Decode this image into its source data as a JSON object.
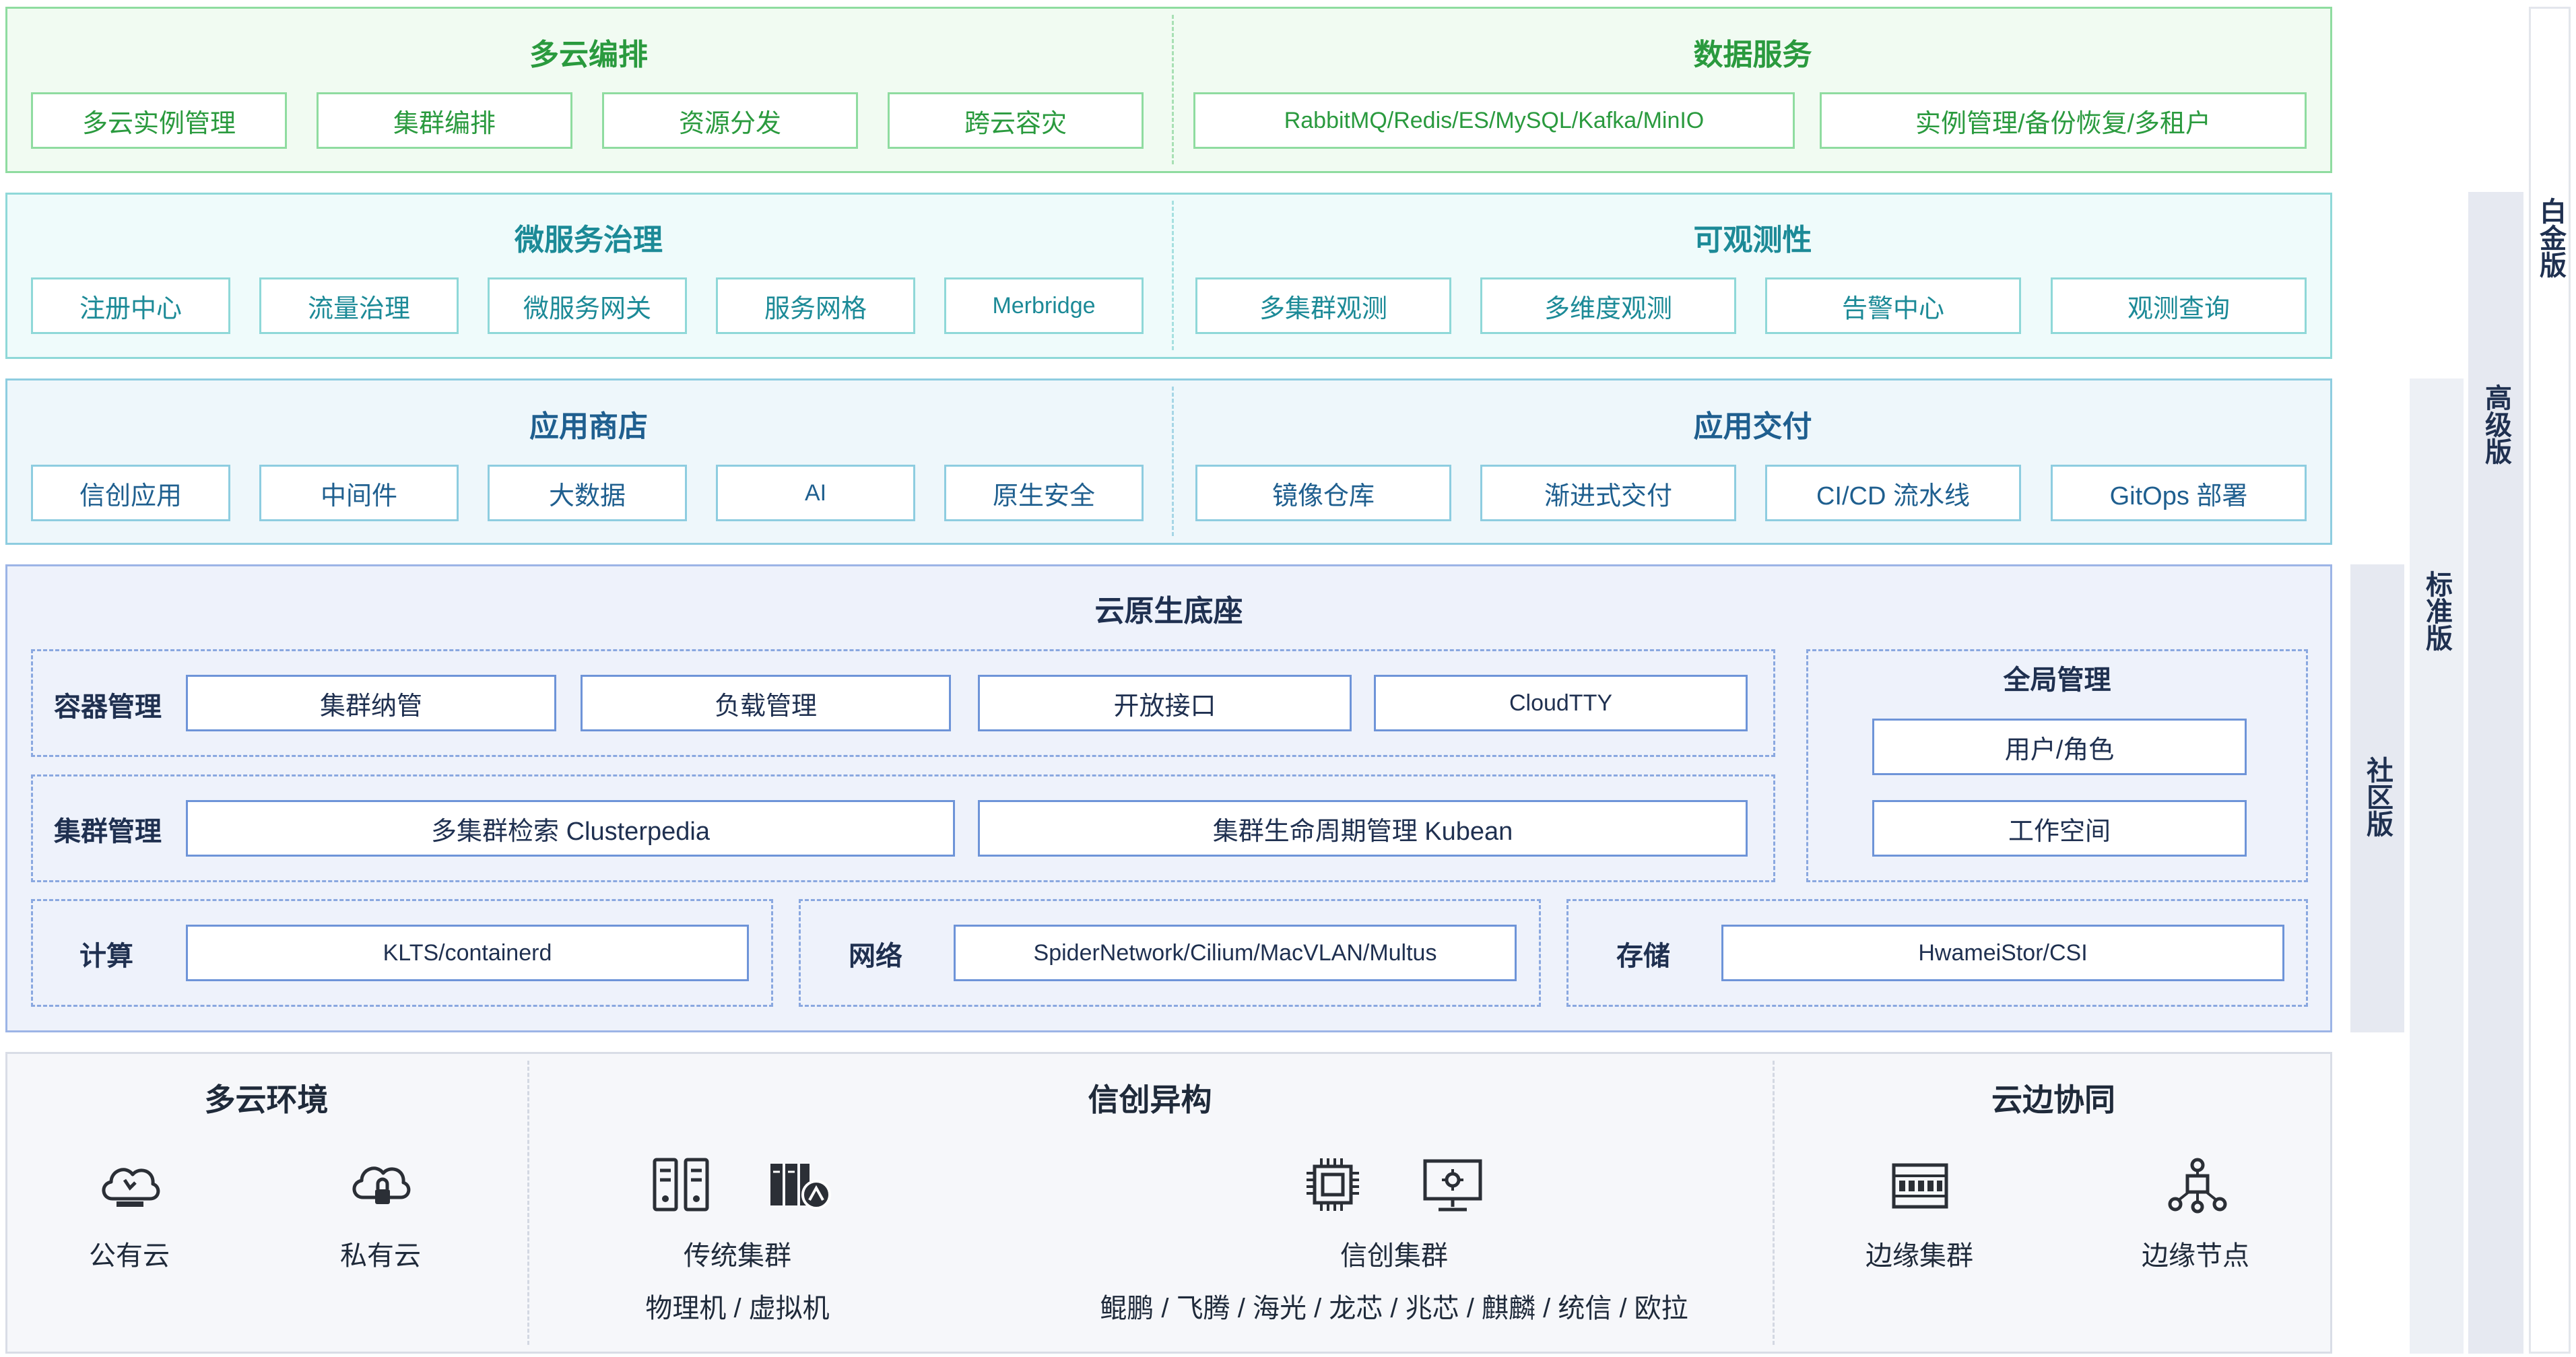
{
  "layers": {
    "orchestration": {
      "left_title": "多云编排",
      "left_items": [
        "多云实例管理",
        "集群编排",
        "资源分发",
        "跨云容灾"
      ],
      "right_title": "数据服务",
      "right_items": [
        "RabbitMQ/Redis/ES/MySQL/Kafka/MinIO",
        "实例管理/备份恢复/多租户"
      ]
    },
    "microservice": {
      "left_title": "微服务治理",
      "left_items": [
        "注册中心",
        "流量治理",
        "微服务网关",
        "服务网格",
        "Merbridge"
      ],
      "right_title": "可观测性",
      "right_items": [
        "多集群观测",
        "多维度观测",
        "告警中心",
        "观测查询"
      ]
    },
    "app": {
      "left_title": "应用商店",
      "left_items": [
        "信创应用",
        "中间件",
        "大数据",
        "AI",
        "原生安全"
      ],
      "right_title": "应用交付",
      "right_items": [
        "镜像仓库",
        "渐进式交付",
        "CI/CD 流水线",
        "GitOps 部署"
      ]
    },
    "base": {
      "title": "云原生底座",
      "container": {
        "label": "容器管理",
        "items": [
          "集群纳管",
          "负载管理",
          "开放接口",
          "CloudTTY"
        ]
      },
      "cluster": {
        "label": "集群管理",
        "items": [
          "多集群检索 Clusterpedia",
          "集群生命周期管理 Kubean"
        ]
      },
      "global": {
        "label": "全局管理",
        "items": [
          "用户/角色",
          "工作空间"
        ]
      },
      "compute": {
        "label": "计算",
        "item": "KLTS/containerd"
      },
      "network": {
        "label": "网络",
        "item": "SpiderNetwork/Cilium/MacVLAN/Multus"
      },
      "storage": {
        "label": "存储",
        "item": "HwameiStor/CSI"
      }
    }
  },
  "editions": {
    "community": "社区版",
    "standard": "标准版",
    "advanced": "高级版",
    "platinum": "白金版"
  },
  "infra": {
    "multicloud": {
      "title": "多云环境",
      "items": [
        {
          "label": "公有云",
          "icon": "public-cloud-icon"
        },
        {
          "label": "私有云",
          "icon": "private-cloud-icon"
        }
      ]
    },
    "xinchuang": {
      "title": "信创异构",
      "traditional": {
        "label": "传统集群",
        "sub": "物理机 / 虚拟机"
      },
      "xc_cluster": {
        "label": "信创集群",
        "sub": "鲲鹏 / 飞腾 / 海光 / 龙芯 / 兆芯 / 麒麟 / 统信 / 欧拉"
      }
    },
    "edge": {
      "title": "云边协同",
      "items": [
        {
          "label": "边缘集群",
          "icon": "edge-cluster-icon"
        },
        {
          "label": "边缘节点",
          "icon": "edge-node-icon"
        }
      ]
    }
  },
  "colors": {
    "green": "#2a9a3e",
    "teal": "#1c8a97",
    "blue": "#1f5f8f",
    "navy": "#1f3050"
  }
}
